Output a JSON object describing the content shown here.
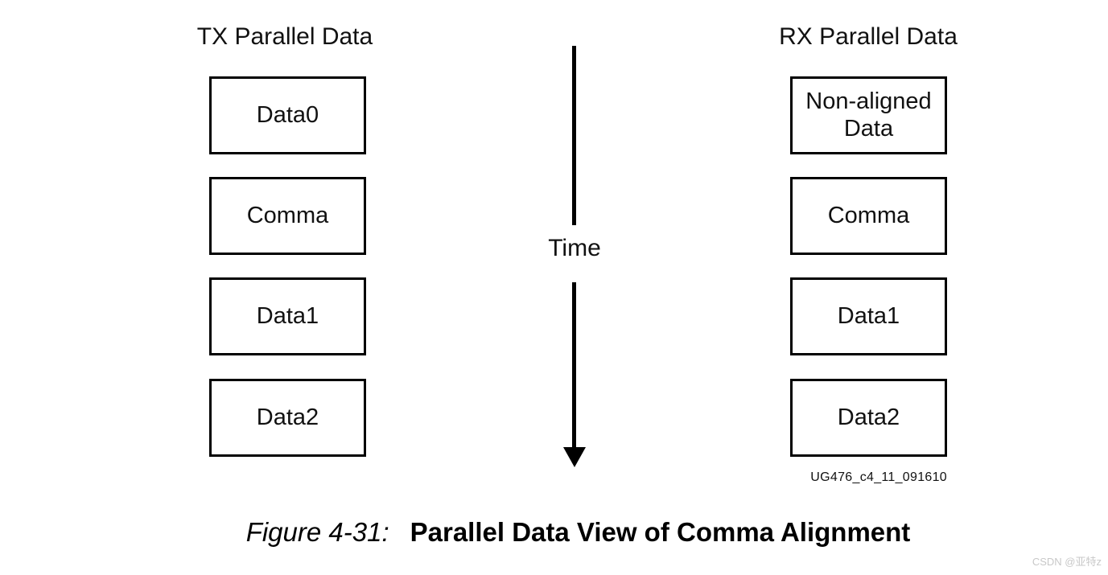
{
  "diagram": {
    "tx": {
      "title": "TX Parallel Data",
      "boxes": [
        "Data0",
        "Comma",
        "Data1",
        "Data2"
      ]
    },
    "rx": {
      "title": "RX Parallel Data",
      "boxes": [
        "Non-aligned Data",
        "Comma",
        "Data1",
        "Data2"
      ]
    },
    "time_axis": {
      "label": "Time",
      "direction": "down"
    },
    "image_id": "UG476_c4_11_091610"
  },
  "caption": {
    "label": "Figure 4-31:",
    "title": "Parallel Data View of Comma Alignment"
  },
  "watermark": {
    "text": "CSDN @亚特z"
  },
  "colors": {
    "background": "#ffffff",
    "line": "#000000",
    "text": "#111111",
    "watermark": "#c8c8c8"
  }
}
